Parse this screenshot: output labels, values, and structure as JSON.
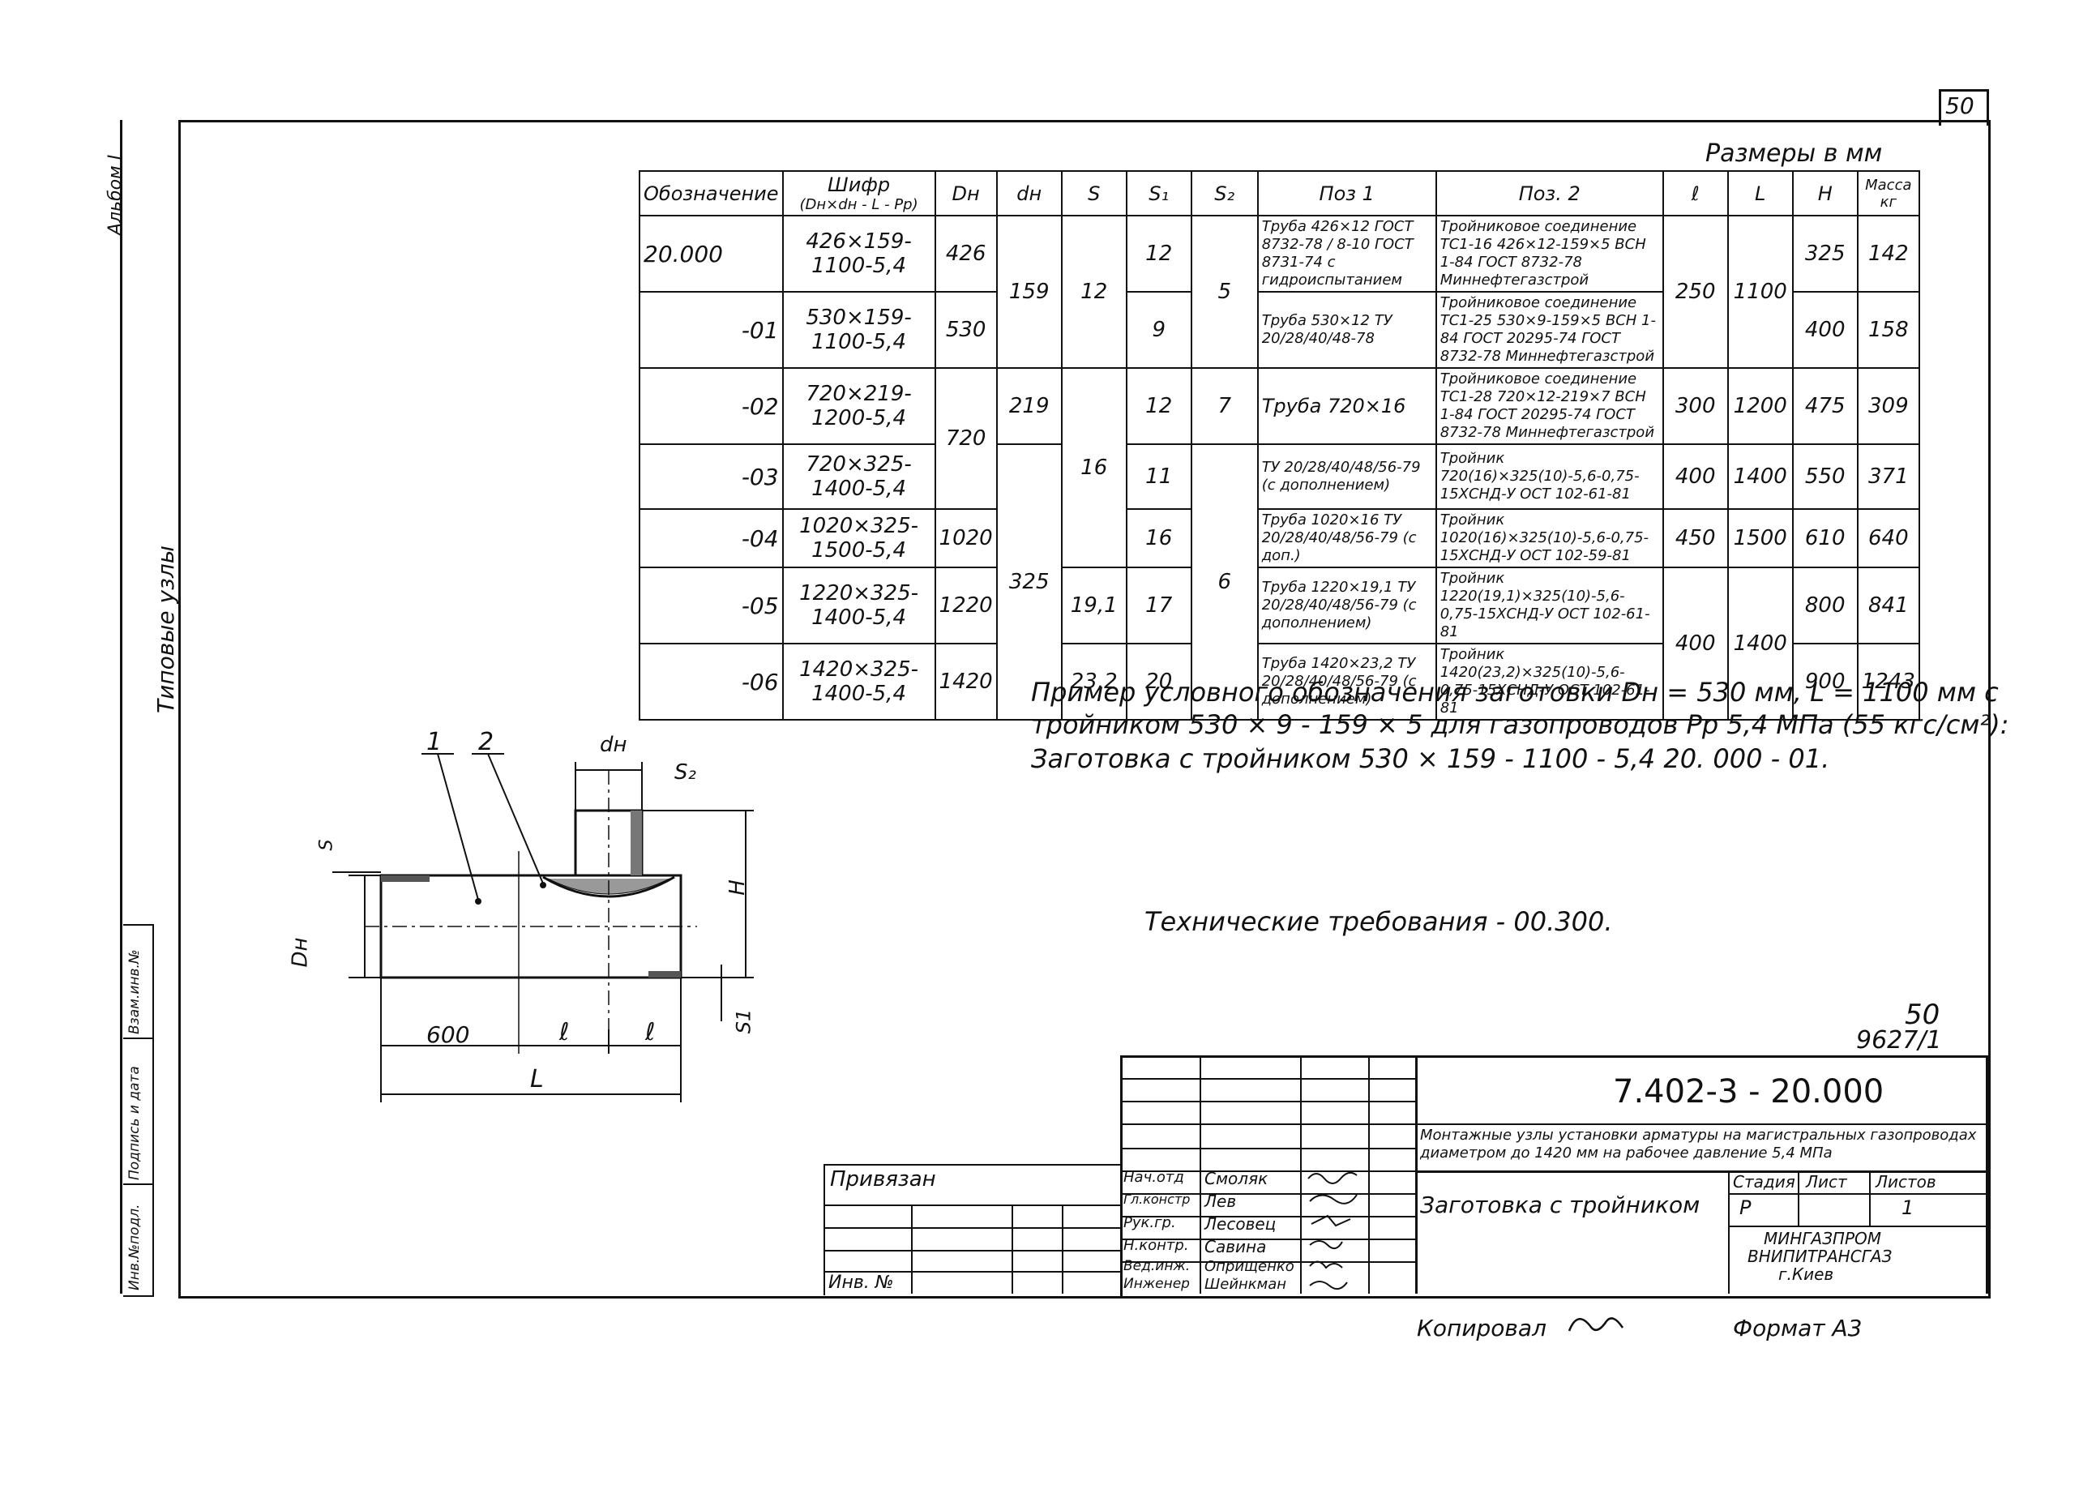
{
  "sheet_number": "50",
  "sheet_number_bottom": "50",
  "inventory_code": "9627/1",
  "units_note": "Размеры в мм",
  "side_labels": {
    "album": "Альбом I",
    "typical_units": "Типовые узлы",
    "inv_substitute": "Взам.инв.№",
    "signature_date": "Подпись и дата",
    "inv_original": "Инв.№подл."
  },
  "table": {
    "headers": {
      "designation": "Обозначение",
      "code": "Шифр",
      "code_sub": "(Dн×dн - L - Pр)",
      "dn": "Dн",
      "dn_small": "dн",
      "s": "S",
      "s1": "S₁",
      "s2": "S₂",
      "pos1": "Поз 1",
      "pos2": "Поз. 2",
      "l": "ℓ",
      "L": "L",
      "h": "H",
      "mass": "Масса",
      "mass_unit": "кг"
    },
    "rows": [
      {
        "designation": "20.000",
        "code": "426×159-1100-5,4",
        "dn": "426",
        "s1": "12",
        "pos1": "Труба 426×12 ГОСТ 8732-78 / 8-10 ГОСТ 8731-74 с гидроиспытанием",
        "pos2": "Тройниковое соединение ТС1-16 426×12-159×5 ВСН 1-84 ГОСТ 8732-78 Миннефтегазстрой",
        "h": "325",
        "mass": "142"
      },
      {
        "designation": "-01",
        "code": "530×159-1100-5,4",
        "dn": "530",
        "s1": "9",
        "pos1": "Труба 530×12 ТУ 20/28/40/48-78",
        "pos2": "Тройниковое соединение ТС1-25 530×9-159×5 ВСН 1-84 ГОСТ 20295-74 ГОСТ 8732-78 Миннефтегазстрой",
        "h": "400",
        "mass": "158"
      },
      {
        "designation": "-02",
        "code": "720×219-1200-5,4",
        "dn": "720",
        "s1": "12",
        "pos1": "Труба 720×16",
        "pos2": "Тройниковое соединение ТС1-28 720×12-219×7 ВСН 1-84 ГОСТ 20295-74 ГОСТ 8732-78 Миннефтегазстрой",
        "h": "475",
        "mass": "309"
      },
      {
        "designation": "-03",
        "code": "720×325-1400-5,4",
        "dn": "",
        "s1": "11",
        "pos1": "ТУ 20/28/40/48/56-79 (с дополнением)",
        "pos2": "Тройник 720(16)×325(10)-5,6-0,75-15ХСНД-У ОСТ 102-61-81",
        "h": "550",
        "mass": "371"
      },
      {
        "designation": "-04",
        "code": "1020×325-1500-5,4",
        "dn": "1020",
        "s1": "16",
        "pos1": "Труба 1020×16 ТУ 20/28/40/48/56-79 (с доп.)",
        "pos2": "Тройник 1020(16)×325(10)-5,6-0,75-15ХСНД-У ОСТ 102-59-81",
        "h": "610",
        "mass": "640"
      },
      {
        "designation": "-05",
        "code": "1220×325-1400-5,4",
        "dn": "1220",
        "s": "19,1",
        "s1": "17",
        "pos1": "Труба 1220×19,1 ТУ 20/28/40/48/56-79 (с дополнением)",
        "pos2": "Тройник 1220(19,1)×325(10)-5,6-0,75-15ХСНД-У ОСТ 102-61-81",
        "h": "800",
        "mass": "841"
      },
      {
        "designation": "-06",
        "code": "1420×325-1400-5,4",
        "dn": "1420",
        "s": "23,2",
        "s1": "20",
        "pos1": "Труба 1420×23,2 ТУ 20/28/40/48/56-79 (с дополнением)",
        "pos2": "Тройник 1420(23,2)×325(10)-5,6-0,75-15ХСНД-У ОСТ 102-61-81",
        "h": "900",
        "mass": "1243"
      }
    ],
    "merged": {
      "dn_small_159": "159",
      "s_12": "12",
      "s2_5": "5",
      "l_250": "250",
      "L_1100": "1100",
      "dn_720": "720",
      "dn_small_219": "219",
      "s_16": "16",
      "s2_7": "7",
      "l_300": "300",
      "L_1200": "1200",
      "l_400a": "400",
      "L_1400a": "1400",
      "dn_small_325": "325",
      "s2_6": "6",
      "l_450": "450",
      "L_1500": "1500",
      "l_400b": "400",
      "L_1400b": "1400"
    }
  },
  "notes": {
    "example_line1": "Пример условного обозначения заготовки Dн = 530 мм, L = 1100 мм с",
    "example_line2": "тройником 530 × 9 - 159 × 5 для газопроводов Pр 5,4 МПа (55 кгс/см²):",
    "example_line3": "Заготовка с тройником 530 × 159 - 1100 - 5,4    20. 000 - 01.",
    "tech_req": "Технические требования - 00.300."
  },
  "drawing": {
    "callout_1": "1",
    "callout_2": "2",
    "dn_small": "dн",
    "s2": "S₂",
    "s": "S",
    "h": "H",
    "dn": "Dн",
    "s1": "S1",
    "dim_600": "600",
    "dim_l1": "ℓ",
    "dim_l2": "ℓ",
    "dim_L": "L"
  },
  "title_block": {
    "doc_number": "7.402-3 - 20.000",
    "project_title": "Монтажные узлы установки арматуры на магистральных газопроводах диаметром до 1420 мм на рабочее давление 5,4 МПа",
    "item_title": "Заготовка с тройником",
    "stage_label": "Стадия",
    "sheet_label": "Лист",
    "sheets_label": "Листов",
    "stage": "Р",
    "sheets": "1",
    "org": [
      "МИНГАЗПРОМ",
      "ВНИПИТРАНСГАЗ",
      "г.Киев"
    ],
    "bound_label": "Привязан",
    "inv_label": "Инв. №",
    "roles": [
      "Нач.отд",
      "Гл.констр",
      "Рук.гр.",
      "Н.контр.",
      "Вед.инж.",
      "Инженер"
    ],
    "names": [
      "Смоляк",
      "Лев",
      "Лесовец",
      "Савина",
      "Оприщенко",
      "Шейнкман"
    ]
  },
  "footer": {
    "copied_by": "Копировал",
    "format": "Формат А3"
  }
}
